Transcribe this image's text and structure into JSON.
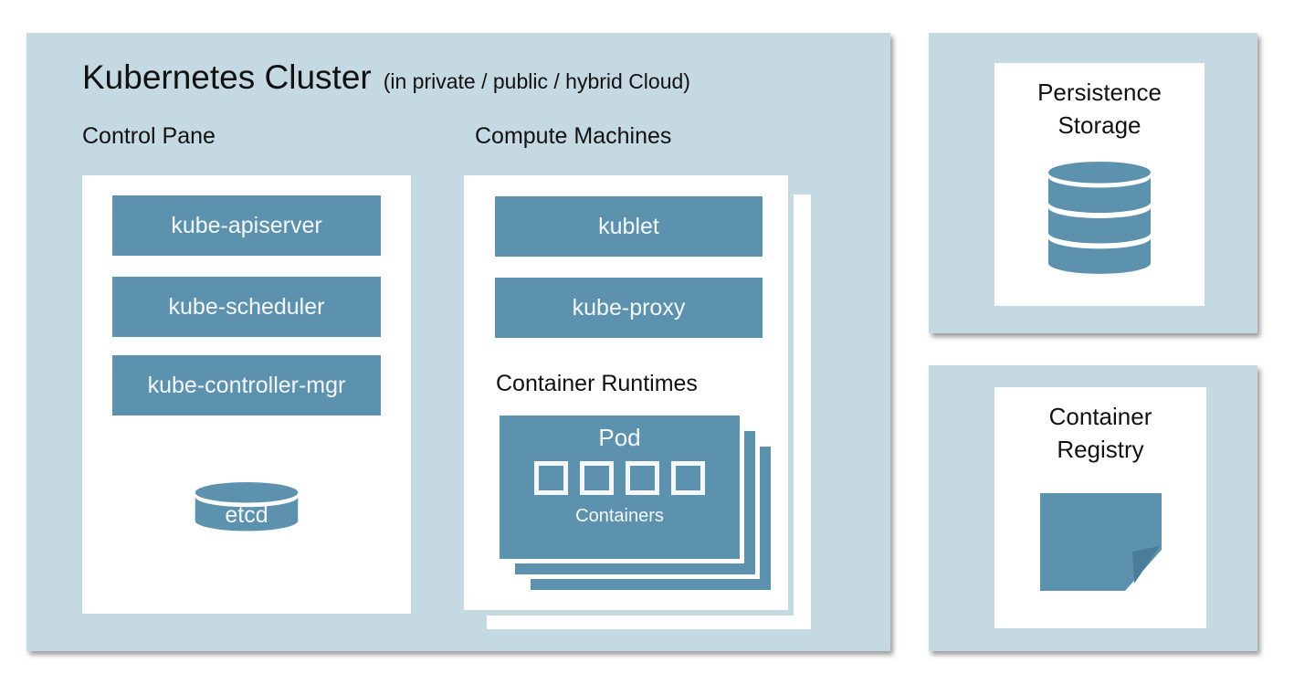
{
  "colors": {
    "page_bg": "#ffffff",
    "panel_bg": "#c5d9e3",
    "accent_blue": "#5d92af",
    "accent_blue_dark": "#4a7d99",
    "text_dark": "#111111",
    "text_light": "#f4f8fa"
  },
  "cluster": {
    "title": "Kubernetes Cluster",
    "subtitle": "(in private / public / hybrid Cloud)",
    "control_pane": {
      "label": "Control Pane",
      "components": [
        "kube-apiserver",
        "kube-scheduler",
        "kube-controller-mgr"
      ],
      "datastore_label": "etcd"
    },
    "compute_machines": {
      "label": "Compute Machines",
      "components": [
        "kublet",
        "kube-proxy"
      ],
      "runtimes_label": "Container Runtimes",
      "pod": {
        "label": "Pod",
        "containers_label": "Containers",
        "container_count": 4,
        "stack_layers": 3
      }
    }
  },
  "side_panels": {
    "persistence_storage": {
      "label": "Persistence Storage",
      "icon": "database-stack-icon"
    },
    "container_registry": {
      "label": "Container Registry",
      "icon": "folded-page-icon"
    }
  },
  "icons": {
    "etcd": "database-cylinder-icon",
    "persistence_storage": "database-stack-icon",
    "container_registry": "folded-page-icon"
  }
}
